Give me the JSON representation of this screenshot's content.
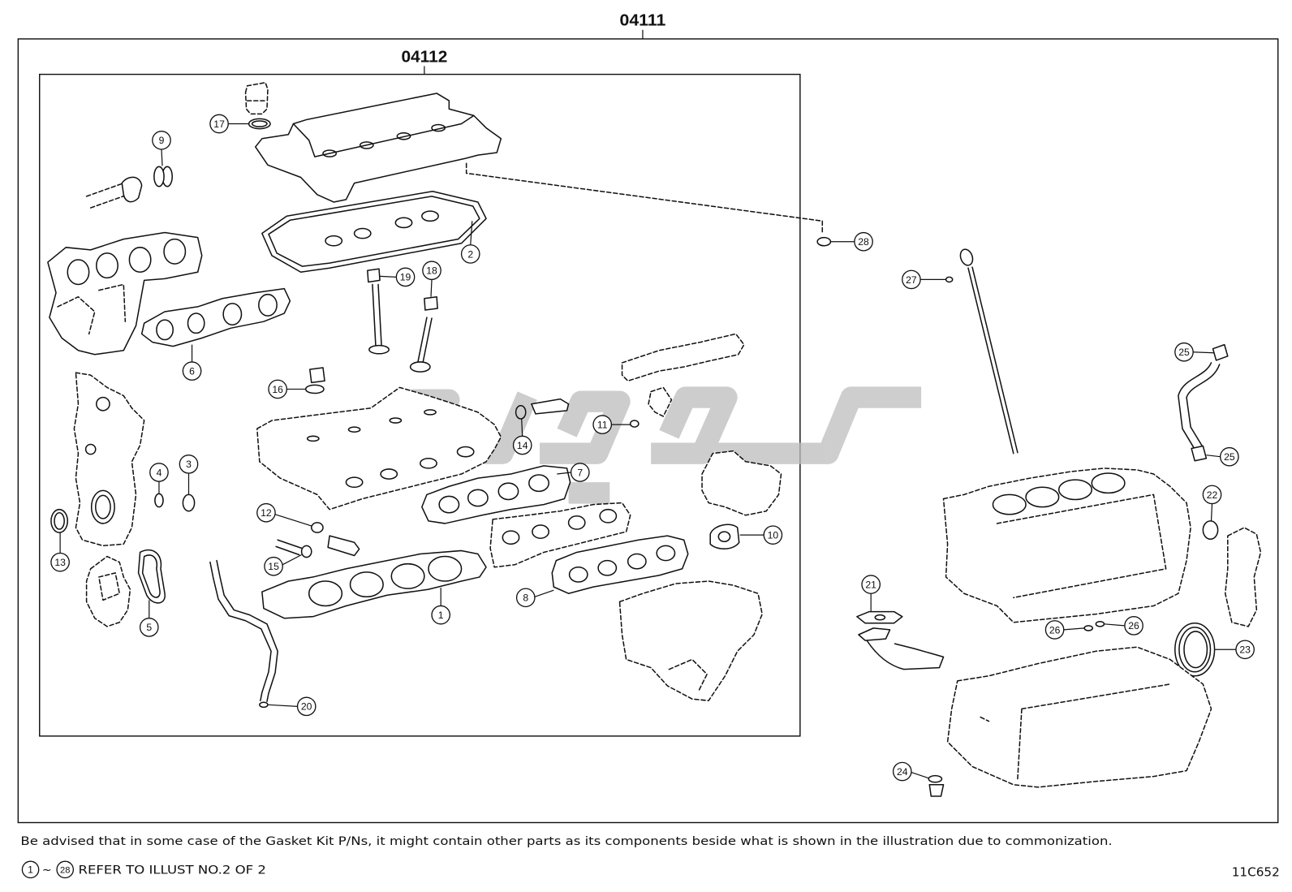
{
  "kit_outer": "04111",
  "kit_inner": "04112",
  "callouts": [
    "17",
    "9",
    "2",
    "28",
    "19",
    "18",
    "27",
    "6",
    "16",
    "25",
    "11",
    "14",
    "4",
    "3",
    "7",
    "25",
    "22",
    "12",
    "13",
    "10",
    "15",
    "21",
    "1",
    "8",
    "26",
    "26",
    "5",
    "23",
    "20",
    "24"
  ],
  "notice": "Be advised that in some case of the Gasket Kit P/Ns,  it might contain other parts as its components beside what is shown in the illustration due to commonization.",
  "refer": {
    "from": "1",
    "sep": "~",
    "to": "28",
    "text": "REFER TO ILLUST NO.2 OF 2"
  },
  "figure_code": "11C652"
}
